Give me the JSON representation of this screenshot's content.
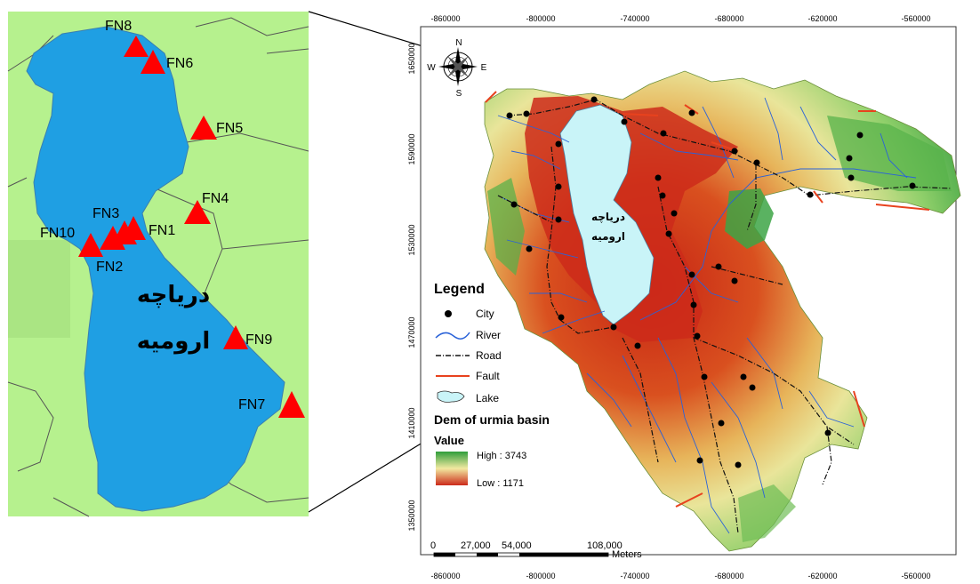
{
  "inset": {
    "lake_label_line1": "دریاچه",
    "lake_label_line2": "ارومیه",
    "stations": [
      {
        "id": "FN8",
        "label": "FN8"
      },
      {
        "id": "FN6",
        "label": "FN6"
      },
      {
        "id": "FN5",
        "label": "FN5"
      },
      {
        "id": "FN4",
        "label": "FN4"
      },
      {
        "id": "FN3",
        "label": "FN3"
      },
      {
        "id": "FN1",
        "label": "FN1"
      },
      {
        "id": "FN10",
        "label": "FN10"
      },
      {
        "id": "FN2",
        "label": "FN2"
      },
      {
        "id": "FN9",
        "label": "FN9"
      },
      {
        "id": "FN7",
        "label": "FN7"
      }
    ],
    "colors": {
      "land": "#b6f18e",
      "water": "#1f9fe3",
      "station": "#ff0000",
      "border": "#555555"
    }
  },
  "map": {
    "lake_label_line1": "دریاچه",
    "lake_label_line2": "ارومیه",
    "x_ticks": [
      "-860000",
      "-800000",
      "-740000",
      "-680000",
      "-620000",
      "-560000"
    ],
    "y_ticks": [
      "1650000",
      "1590000",
      "1530000",
      "1470000",
      "1410000",
      "1350000"
    ],
    "north_arrow": {
      "n": "N",
      "s": "S",
      "e": "E",
      "w": "W"
    },
    "scale_bar": {
      "labels": [
        "0",
        "27,000",
        "54,000",
        "108,000"
      ],
      "unit": "Meters"
    },
    "colors": {
      "lake": "#c9f4f8",
      "high": "#2f9d3b",
      "mid": "#f2e9a0",
      "low": "#cc2a1a",
      "river": "#2a62d8",
      "fault": "#e8421e",
      "road": "#111111"
    }
  },
  "legend": {
    "title": "Legend",
    "items": [
      {
        "symbol": "city-dot",
        "label": "City"
      },
      {
        "symbol": "river-line",
        "label": "River"
      },
      {
        "symbol": "road-line",
        "label": "Road"
      },
      {
        "symbol": "fault-line",
        "label": "Fault"
      },
      {
        "symbol": "lake-patch",
        "label": "Lake"
      }
    ],
    "dem_title": "Dem of urmia basin",
    "value_title": "Value",
    "high_label": "High : 3743",
    "low_label": "Low : 1171"
  }
}
